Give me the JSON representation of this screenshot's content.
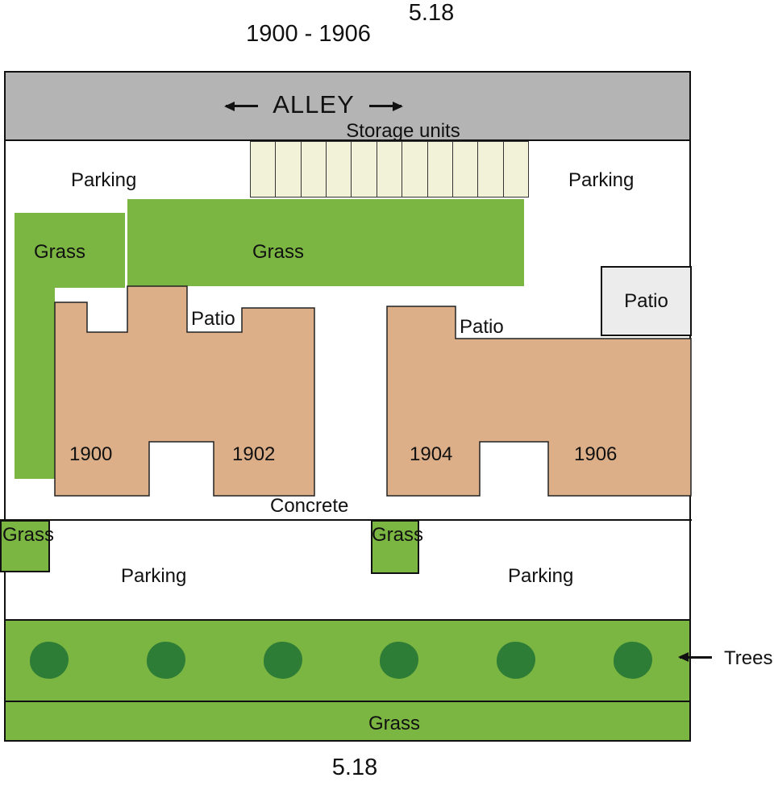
{
  "header": {
    "dimension_top": "5.18",
    "title": "1900 - 1906"
  },
  "alley": {
    "label": "ALLEY"
  },
  "storage": {
    "label": "Storage units",
    "cell_count": 11
  },
  "parking": {
    "upper_left": "Parking",
    "upper_right": "Parking",
    "lower_left": "Parking",
    "lower_right": "Parking"
  },
  "grass": {
    "left_label": "Grass",
    "top_label": "Grass",
    "small_left_label": "Grass",
    "small_mid_label": "Grass",
    "bottom_label": "Grass"
  },
  "patio": {
    "left_label": "Patio",
    "mid_label": "Patio",
    "right_label": "Patio"
  },
  "buildings": {
    "b1900": "1900",
    "b1902": "1902",
    "b1904": "1904",
    "b1906": "1906"
  },
  "concrete": {
    "label": "Concrete"
  },
  "trees": {
    "label": "Trees",
    "count": 6
  },
  "footer": {
    "dimension_bottom": "5.18"
  },
  "colors": {
    "alley_gray": "#b4b4b4",
    "storage_cream": "#f2f2d9",
    "grass_green": "#7cb642",
    "building_tan": "#dcaf88",
    "patio_gray": "#ececec",
    "tree_green": "#2e7d36",
    "outline": "#111111"
  }
}
